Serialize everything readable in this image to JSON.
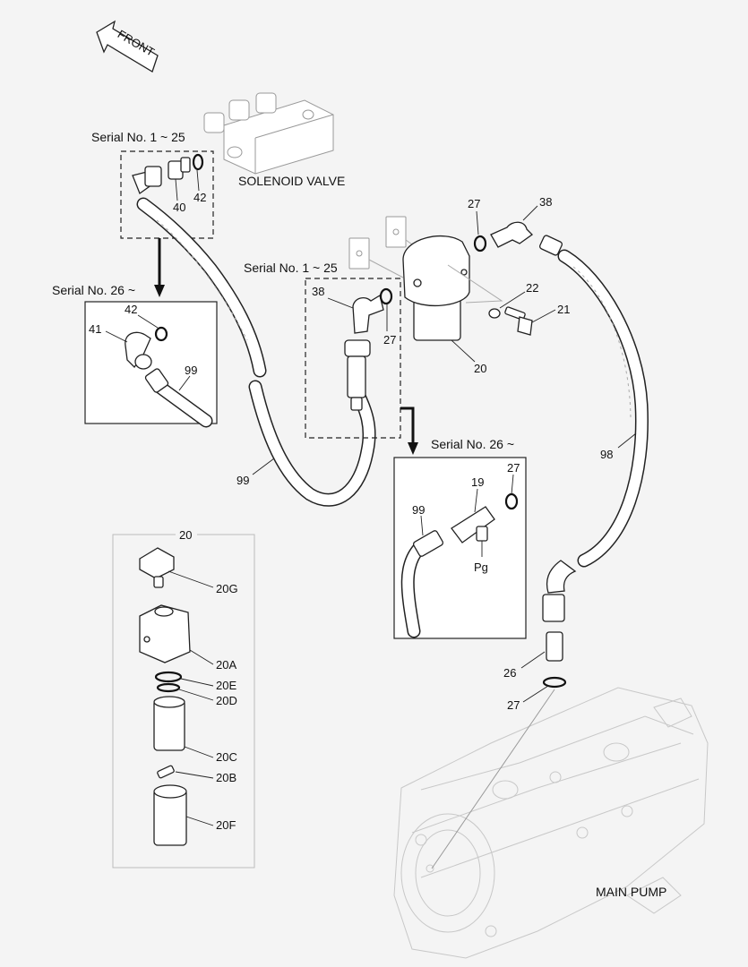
{
  "front_label": "FRONT",
  "components": {
    "solenoid_valve": "SOLENOID VALVE",
    "main_pump": "MAIN PUMP"
  },
  "serial_notes": {
    "top_left_old": "Serial No. 1 ~ 25",
    "top_left_new": "Serial No. 26 ~",
    "center_old": "Serial No. 1 ~ 25",
    "center_new": "Serial No. 26 ~"
  },
  "callouts": {
    "p40": "40",
    "p42a": "42",
    "p42b": "42",
    "p41": "41",
    "p99a": "99",
    "p99b": "99",
    "p99c": "99",
    "p38a": "38",
    "p38b": "38",
    "p27a": "27",
    "p27b": "27",
    "p27c": "27",
    "p27d": "27",
    "p22": "22",
    "p21": "21",
    "p20": "20",
    "p98": "98",
    "p19": "19",
    "pg": "Pg",
    "p26": "26"
  },
  "filter_kit": {
    "title": "20",
    "parts": [
      "20G",
      "20A",
      "20E",
      "20D",
      "20C",
      "20B",
      "20F"
    ]
  }
}
